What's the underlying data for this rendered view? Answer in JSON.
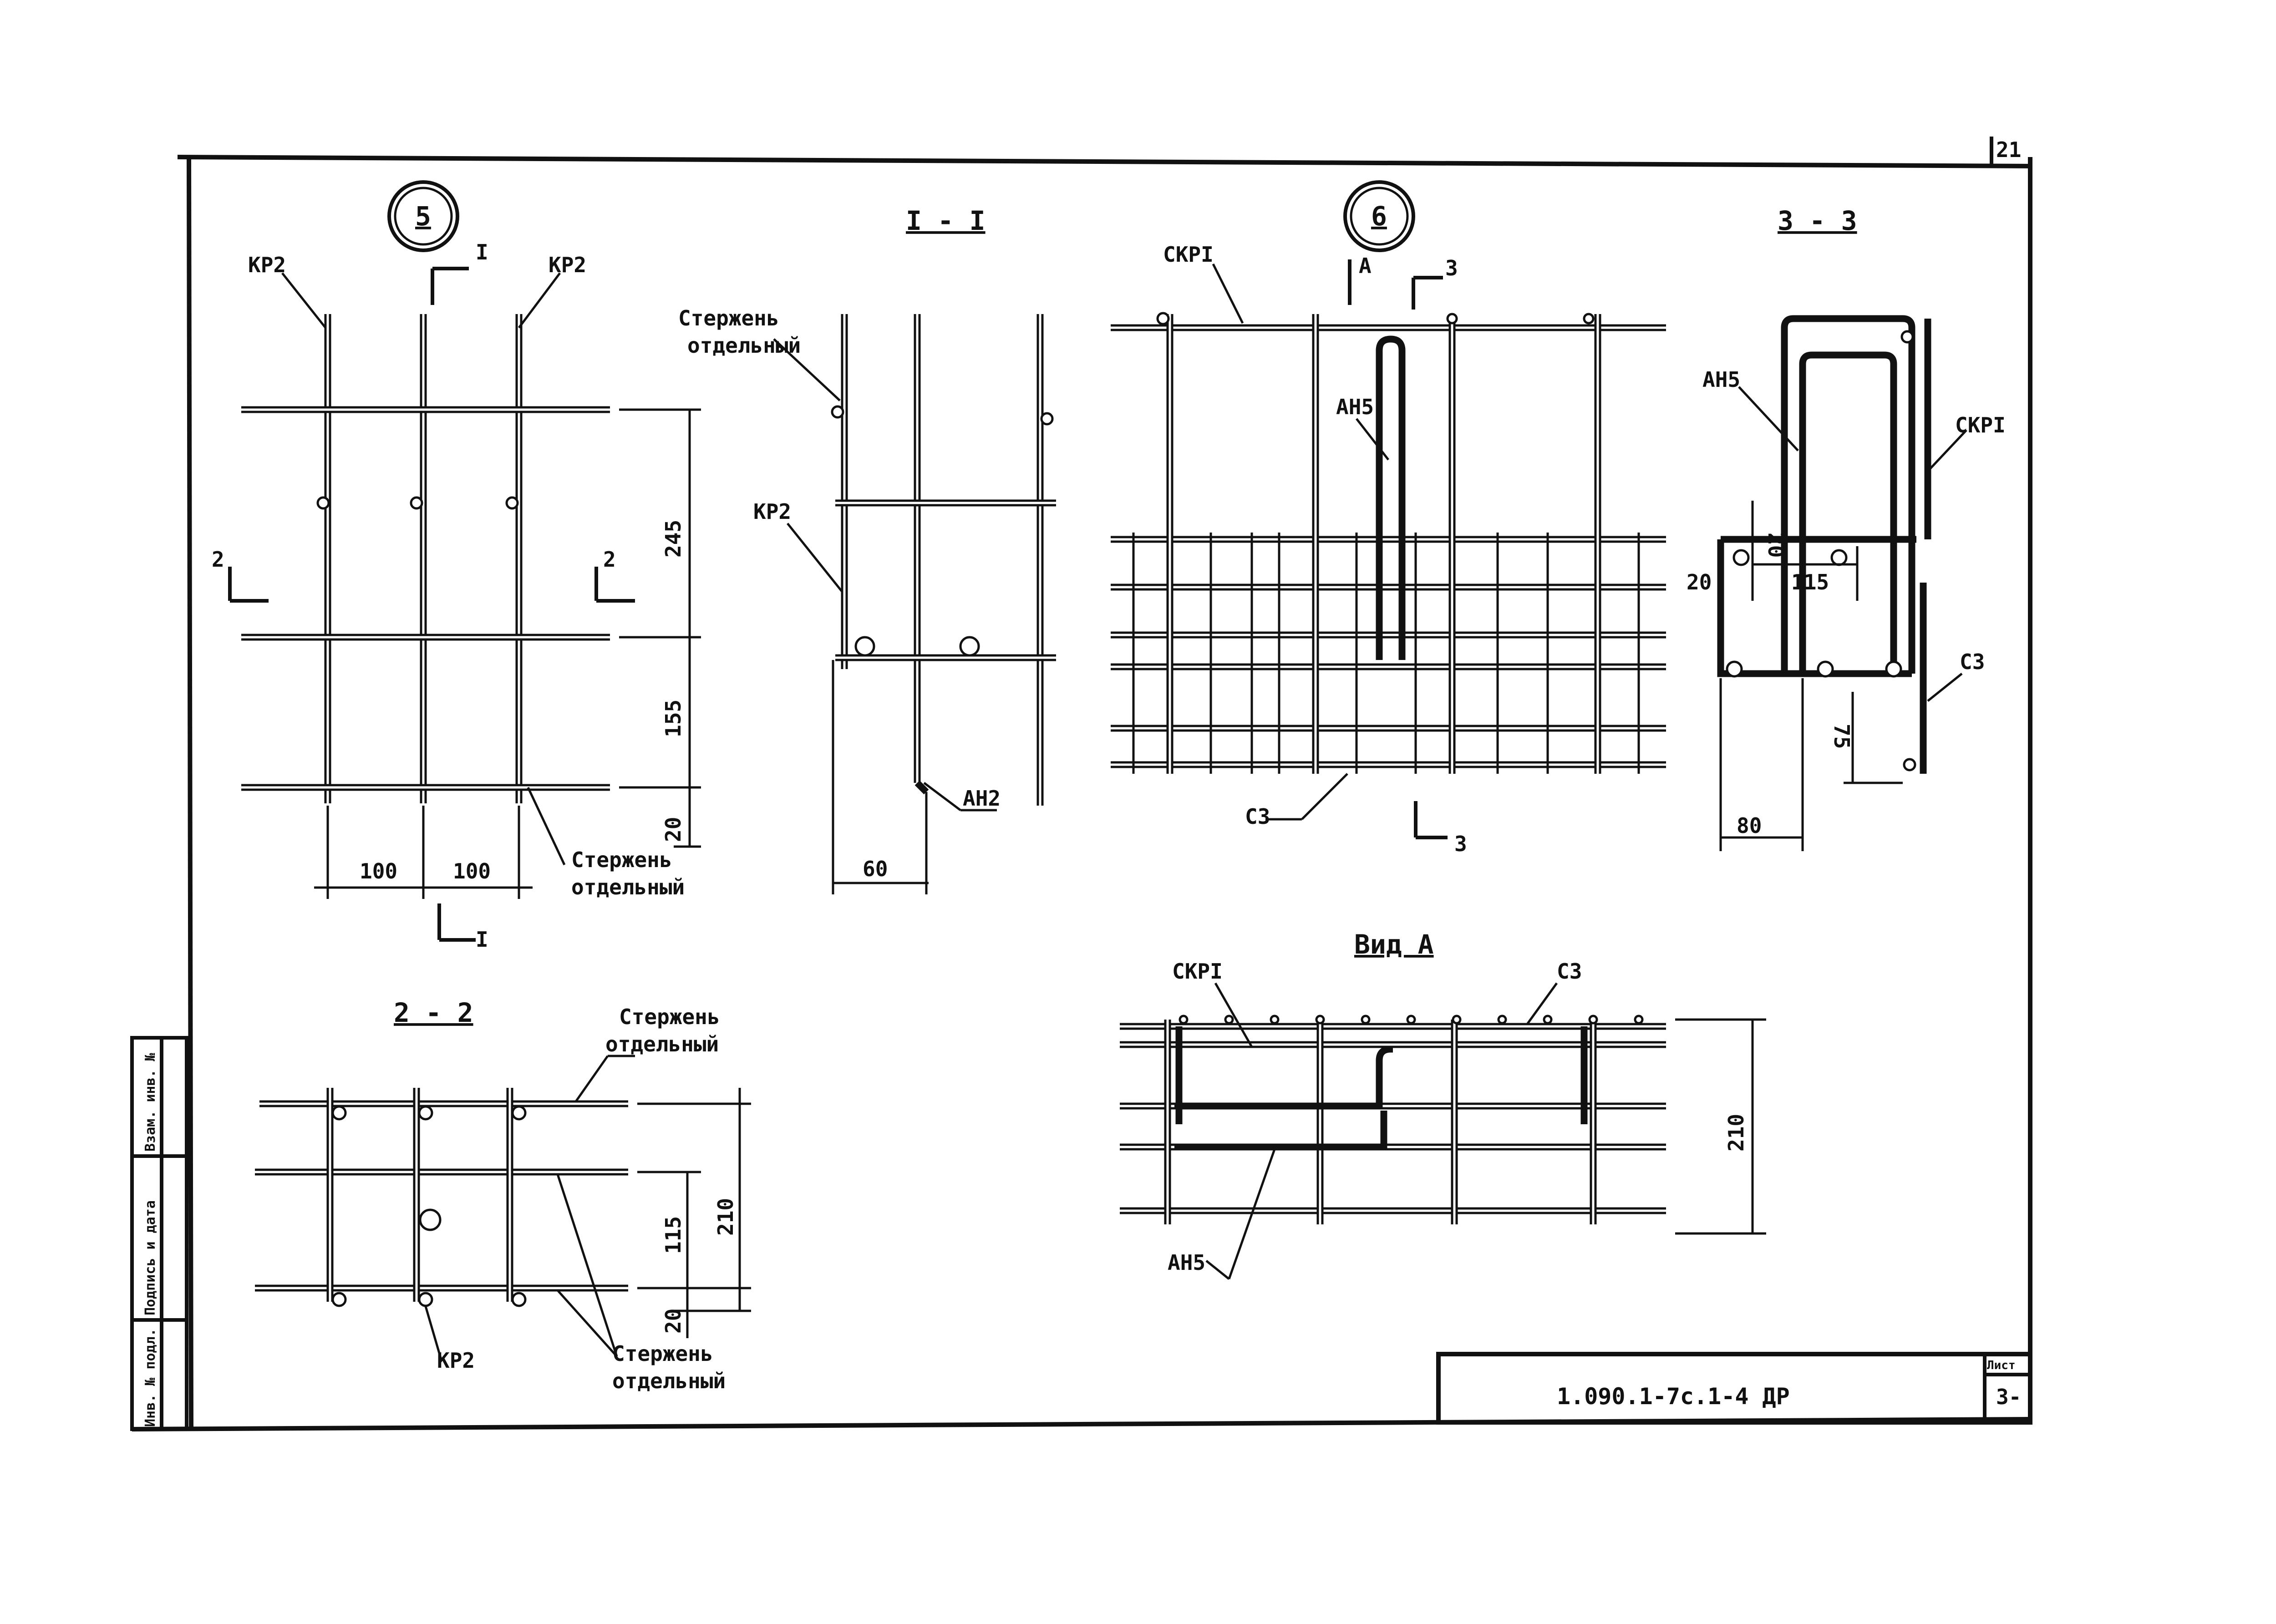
{
  "sheet": {
    "page_number": "21",
    "designation": "1.090.1-7c.1-4 ДР",
    "sheet_label": "Лист",
    "sheet_no": "3-",
    "side_stamp": [
      "Инв. № подл.",
      "Подпись и дата",
      "Взам. инв. №"
    ]
  },
  "node5": {
    "marker": "5",
    "label_kr2_left": "КР2",
    "label_kr2_right": "КР2",
    "label_rod": [
      "Стержень",
      "отдельный"
    ],
    "dims": {
      "top": "245",
      "middle": "155",
      "bottom": "20",
      "pitch1": "100",
      "pitch2": "100"
    },
    "cut1": "I",
    "cut2": "2"
  },
  "section11": {
    "title": "I - I",
    "label_rod": [
      "Стержень",
      "отдельный"
    ],
    "label_kr2": "КР2",
    "label_ah2": "АН2",
    "dim": "60"
  },
  "node6": {
    "marker": "6",
    "label_skr": "СКРI",
    "label_ah5": "АН5",
    "label_c3": "С3",
    "view_arrow": "А",
    "cut3": "3"
  },
  "section33": {
    "title": "3 - 3",
    "label_ah5": "АН5",
    "label_skr": "СКРI",
    "label_c3": "С3",
    "dims": {
      "d20a": "20",
      "d20b": "20",
      "d115": "115",
      "d75": "75",
      "d80": "80"
    }
  },
  "section22": {
    "title": "2 - 2",
    "label_rod_top": [
      "Стержень",
      "отдельный"
    ],
    "label_rod_bottom": [
      "Стержень",
      "отдельный"
    ],
    "label_kr2": "КР2",
    "dims": {
      "d115": "115",
      "d210": "210",
      "d20": "20"
    }
  },
  "viewA": {
    "title": "Вид А",
    "label_skr": "СКРI",
    "label_c3": "С3",
    "label_ah5": "АН5",
    "dim": "210"
  }
}
